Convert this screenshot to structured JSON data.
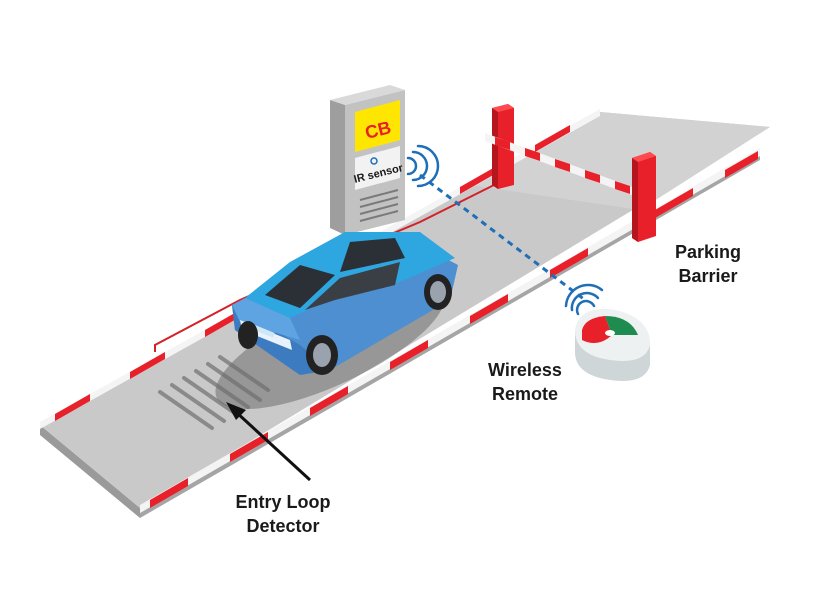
{
  "booth": {
    "brand": "CB",
    "sensor_label": "IR sensor"
  },
  "labels": {
    "barrier": [
      "Parking",
      "Barrier"
    ],
    "remote": [
      "Wireless",
      "Remote"
    ],
    "loop": [
      "Entry Loop",
      "Detector"
    ]
  },
  "colors": {
    "road": "#c8c8c8",
    "road_edge": "#a9a9a9",
    "curb_red": "#e8202a",
    "curb_white": "#f4f4f4",
    "car_blue": "#2ea6df",
    "car_body": "#4d8fd1",
    "booth_grey": "#bdbdbd",
    "booth_yellow": "#ffe600",
    "signal_blue": "#1f6fb8",
    "remote_green": "#1e8c4e",
    "remote_red": "#e8202a"
  },
  "icons": [
    "wifi-signal-icon",
    "pointer-arrow-icon"
  ]
}
